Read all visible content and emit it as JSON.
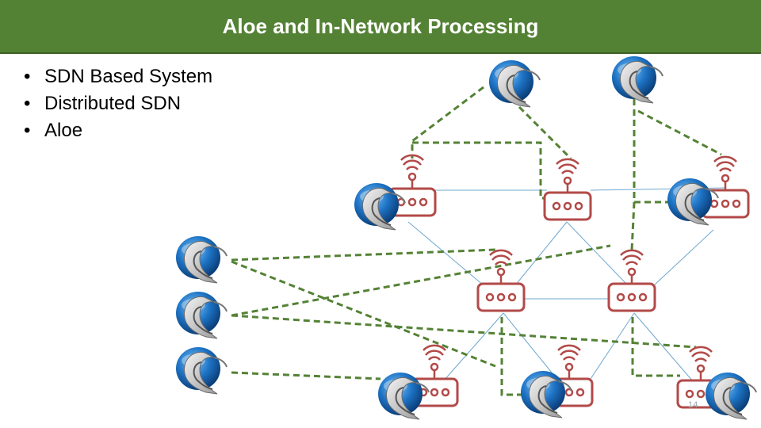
{
  "slide": {
    "title": "Aloe and In-Network Processing",
    "bullets": [
      "SDN Based System",
      "Distributed SDN",
      "Aloe"
    ],
    "slide_number": "14"
  },
  "diagram": {
    "colors": {
      "title_bar": "#548235",
      "router": "#b24a48",
      "data_link": "#6fa8d0",
      "control_link": "#548235",
      "controller_blue": "#1e74c6"
    },
    "legend_icons": {
      "controller": "aloe-controller-icon",
      "switch": "wireless-router-icon"
    }
  }
}
